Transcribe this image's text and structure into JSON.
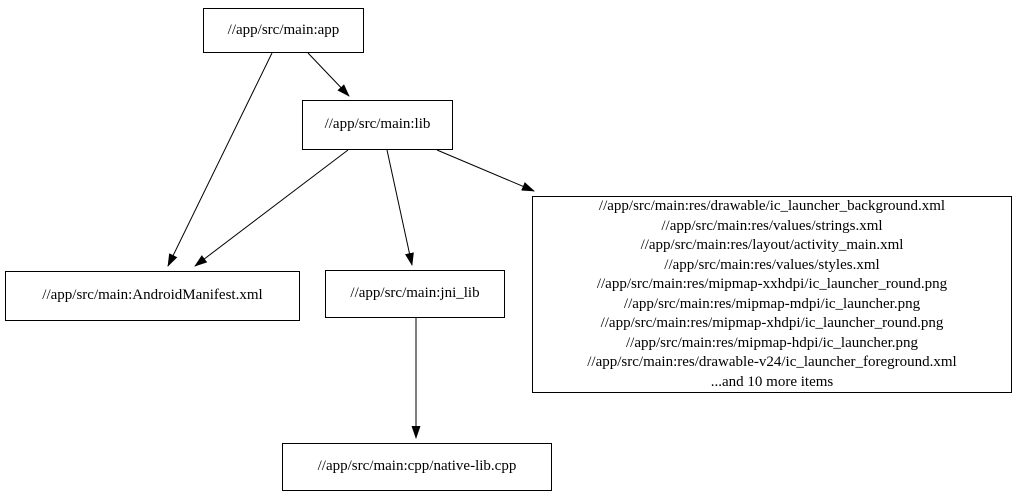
{
  "diagram": {
    "type": "dependency-graph",
    "background_color": "#ffffff",
    "node_fill_color": "#ffffff",
    "node_border_color": "#000000",
    "edge_color": "#000000",
    "text_color": "#000000",
    "nodes": {
      "app": {
        "label": "//app/src/main:app"
      },
      "lib": {
        "label": "//app/src/main:lib"
      },
      "manifest": {
        "label": "//app/src/main:AndroidManifest.xml"
      },
      "jni_lib": {
        "label": "//app/src/main:jni_lib"
      },
      "cpp": {
        "label": "//app/src/main:cpp/native-lib.cpp"
      },
      "res": {
        "lines": [
          "//app/src/main:res/drawable/ic_launcher_background.xml",
          "//app/src/main:res/values/strings.xml",
          "//app/src/main:res/layout/activity_main.xml",
          "//app/src/main:res/values/styles.xml",
          "//app/src/main:res/mipmap-xxhdpi/ic_launcher_round.png",
          "//app/src/main:res/mipmap-mdpi/ic_launcher.png",
          "//app/src/main:res/mipmap-xhdpi/ic_launcher_round.png",
          "//app/src/main:res/mipmap-hdpi/ic_launcher.png",
          "//app/src/main:res/drawable-v24/ic_launcher_foreground.xml",
          "...and 10 more items"
        ]
      }
    },
    "edges": [
      {
        "from": "app",
        "to": "lib"
      },
      {
        "from": "app",
        "to": "manifest"
      },
      {
        "from": "lib",
        "to": "manifest"
      },
      {
        "from": "lib",
        "to": "jni_lib"
      },
      {
        "from": "lib",
        "to": "res"
      },
      {
        "from": "jni_lib",
        "to": "cpp"
      }
    ]
  }
}
